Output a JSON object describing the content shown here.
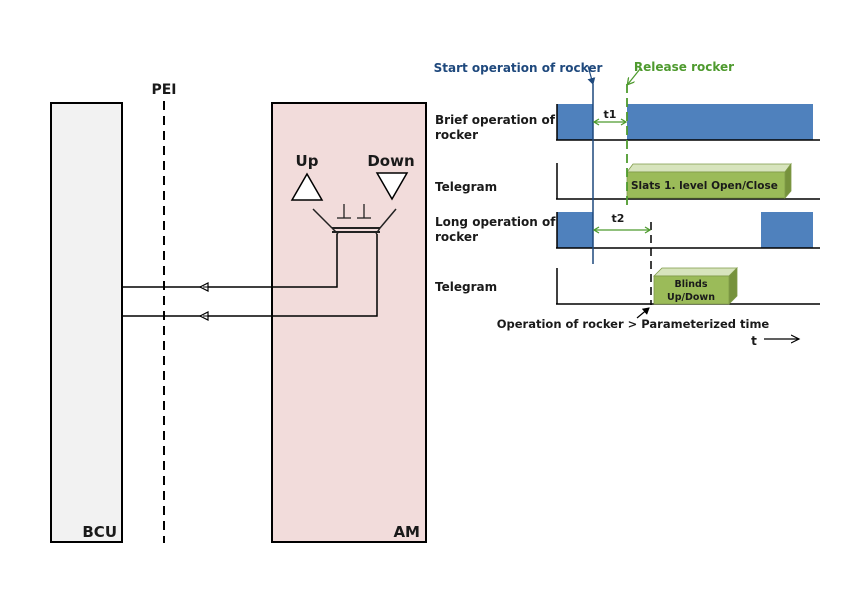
{
  "left_diagram": {
    "bcu_label": "BCU",
    "pei_label": "PEI",
    "am_label": "AM",
    "up_label": "Up",
    "down_label": "Down",
    "contact_symbols": "⊥ ⊥",
    "colors": {
      "bcu_fill": "#f2f2f2",
      "am_fill": "#f2dcdb",
      "line": "#000000"
    }
  },
  "timing_diagram": {
    "start_marker_label": "Start operation of rocker",
    "release_marker_label": "Release rocker",
    "rows": [
      {
        "label_line1": "Brief operation of",
        "label_line2": "rocker"
      },
      {
        "label_line1": "Telegram",
        "label_line2": ""
      },
      {
        "label_line1": "Long operation of",
        "label_line2": "rocker"
      },
      {
        "label_line1": "Telegram",
        "label_line2": ""
      }
    ],
    "t1_label": "t1",
    "t2_label": "t2",
    "telegram1_text": "Slats 1. level Open/Close",
    "telegram2_line1": "Blinds",
    "telegram2_line2": "Up/Down",
    "condition_label": "Operation of rocker > Parameterized time",
    "time_axis_label": "t",
    "colors": {
      "pulse": "#4f81bd",
      "telegram": "#9bbb59",
      "start_marker": "#1f497d",
      "release_marker": "#4e9a2e"
    }
  }
}
